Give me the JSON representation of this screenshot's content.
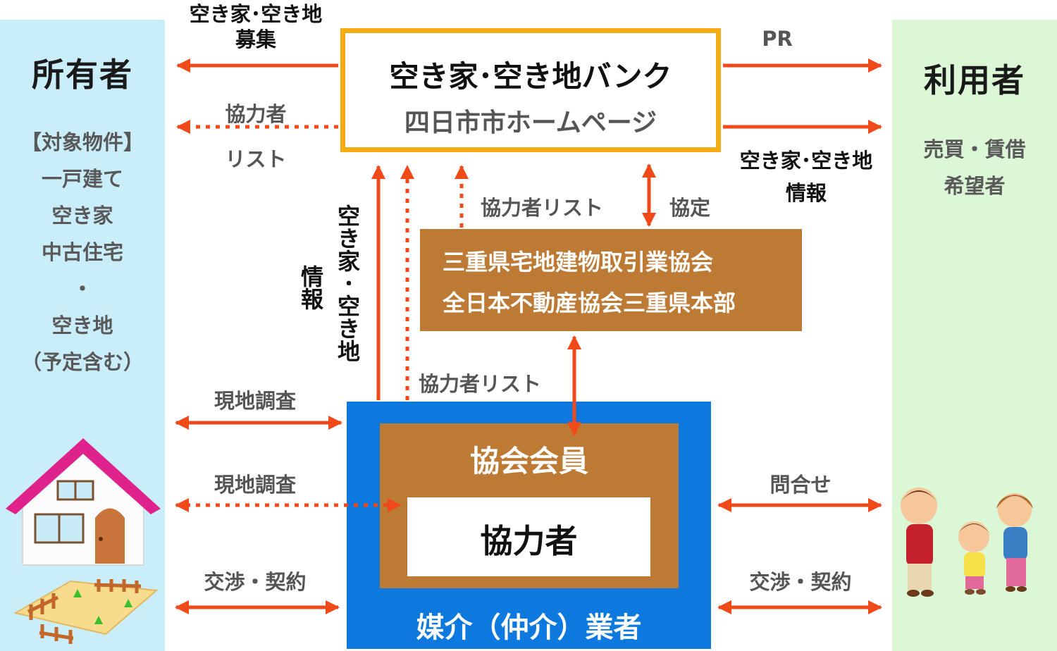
{
  "owner": {
    "title": "所有者",
    "items": [
      "【対象物件】",
      "一戸建て",
      "空き家",
      "中古住宅",
      "・",
      "空き地",
      "（予定含む）"
    ]
  },
  "user": {
    "title": "利用者",
    "items": [
      "売買・賃借",
      "希望者"
    ]
  },
  "bank": {
    "title": "空き家･空き地バンク",
    "subtitle": "四日市市ホームページ"
  },
  "association": {
    "line1": "三重県宅地建物取引業協会",
    "line2": "全日本不動産協会三重県本部"
  },
  "broker": {
    "label": "媒介（仲介）業者",
    "member_label": "協会会員",
    "cooperator_label": "協力者"
  },
  "labels": {
    "recruit": [
      "空き家･空き地",
      "募集"
    ],
    "coop_list_left": [
      "協力者",
      "リスト"
    ],
    "pr": "PR",
    "bank_info": [
      "空き家･空き地",
      "情報"
    ],
    "coop_list_mid": "協力者リスト",
    "agreement": "協定",
    "vacant_info_col1": "空き家･空き地",
    "vacant_info_col2": "情報",
    "coop_list_low": "協力者リスト",
    "survey1": "現地調査",
    "survey2": "現地調査",
    "negotiation_left": "交渉・契約",
    "inquiry": "問合せ",
    "negotiation_right": "交渉・契約"
  },
  "colors": {
    "arrow": "#f0491a",
    "bank_border": "#f4ac12",
    "association_fill": "#bd7a34",
    "broker_fill": "#0d78dd",
    "owner_panel": "#c9eef9",
    "user_panel": "#dcf7d6"
  }
}
